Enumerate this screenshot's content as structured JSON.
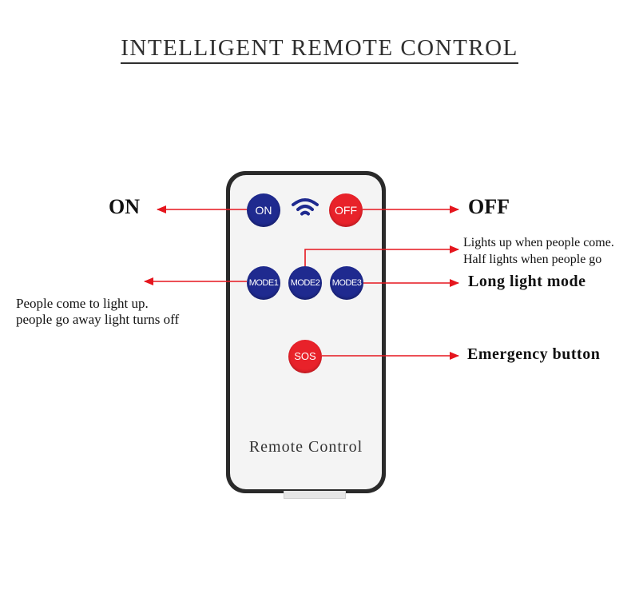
{
  "title": "INTELLIGENT REMOTE CONTROL",
  "remote": {
    "label": "Remote Control",
    "buttons": {
      "on": "ON",
      "off": "OFF",
      "mode1": "MODE1",
      "mode2": "MODE2",
      "mode3": "MODE3",
      "sos": "SOS"
    },
    "icons": [
      "wifi-signal-icon"
    ]
  },
  "annotations": {
    "on": "ON",
    "off": "OFF",
    "mode1_line1": "People come to light up.",
    "mode1_line2": "people go away light turns off",
    "mode2_line1": "Lights up when people come.",
    "mode2_line2": "Half lights when people go",
    "mode3": "Long light mode",
    "sos": "Emergency button"
  },
  "colors": {
    "blue_button": "#1f2a8f",
    "red_button": "#e8222a",
    "arrow": "#e5161e",
    "remote_body": "#2a2a2a",
    "remote_face": "#f4f4f4"
  }
}
